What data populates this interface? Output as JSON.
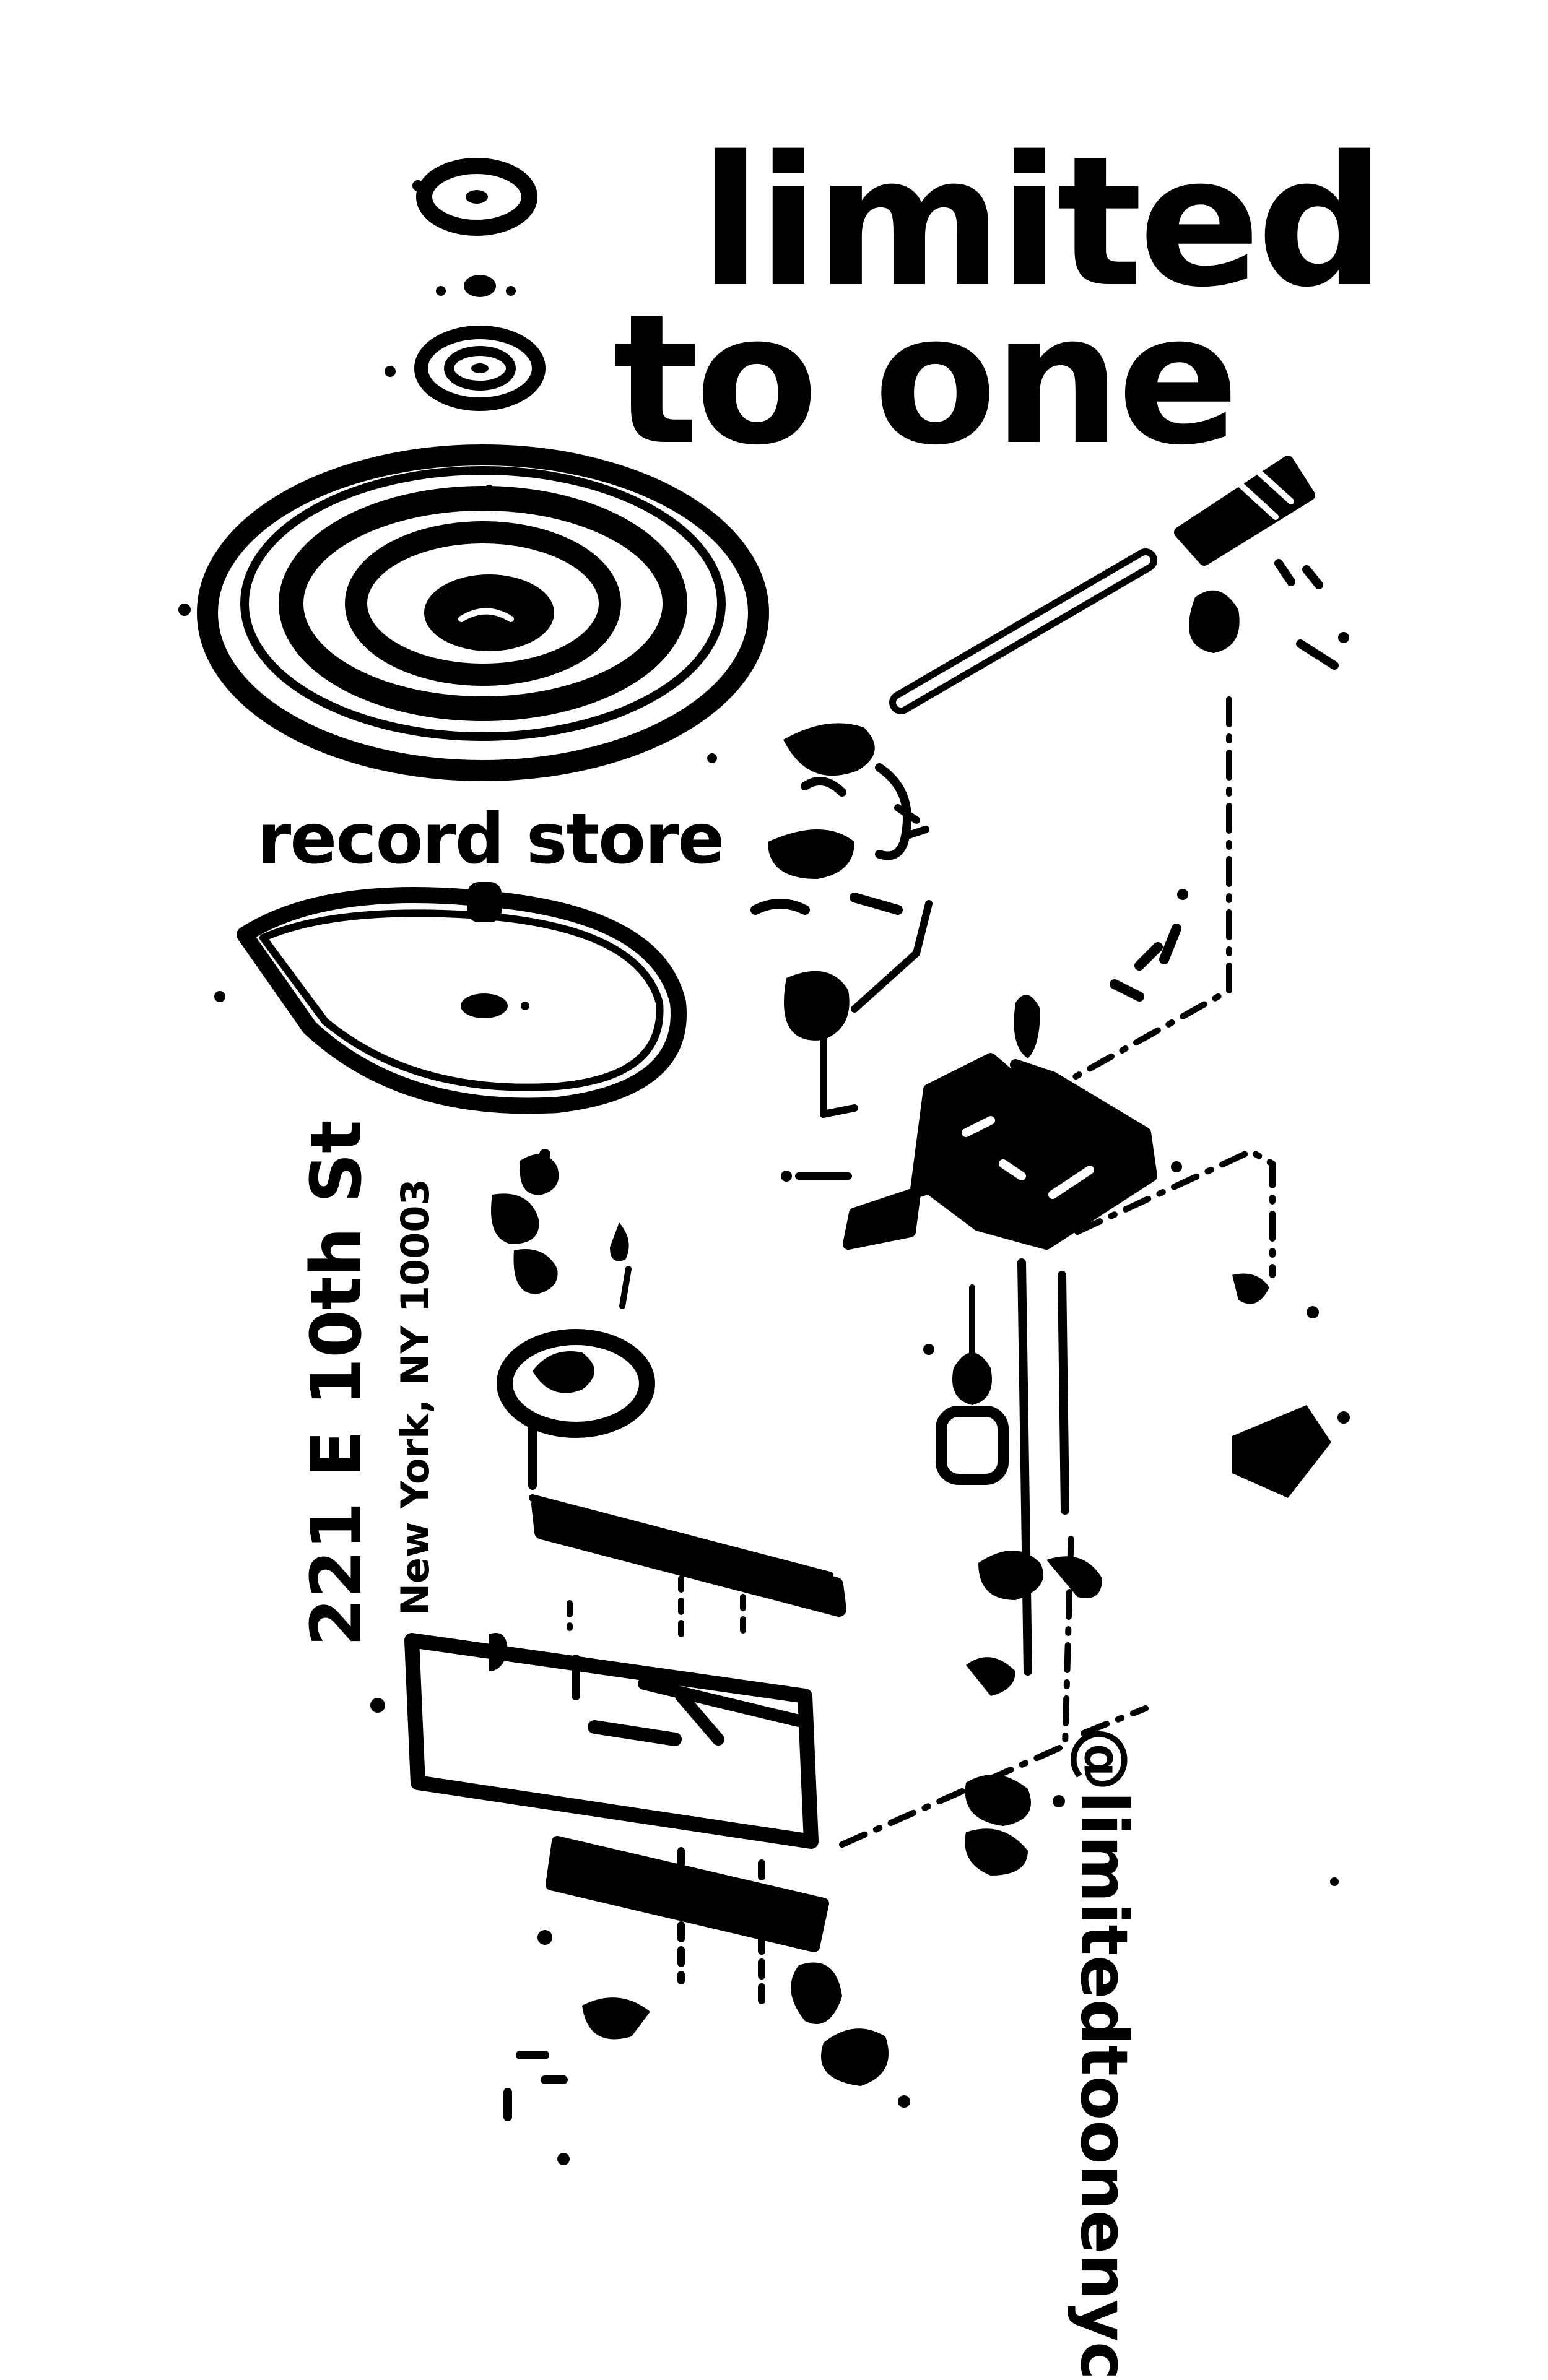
{
  "poster": {
    "title_line1": "limited",
    "title_line2": "to one",
    "subtitle": "record store",
    "address_street": "221 E 10th St",
    "address_city": "New York, NY 10003",
    "social_handle": "@limitedtoonenyc"
  },
  "colors": {
    "ink": "#000000",
    "paper": "#ffffff"
  }
}
